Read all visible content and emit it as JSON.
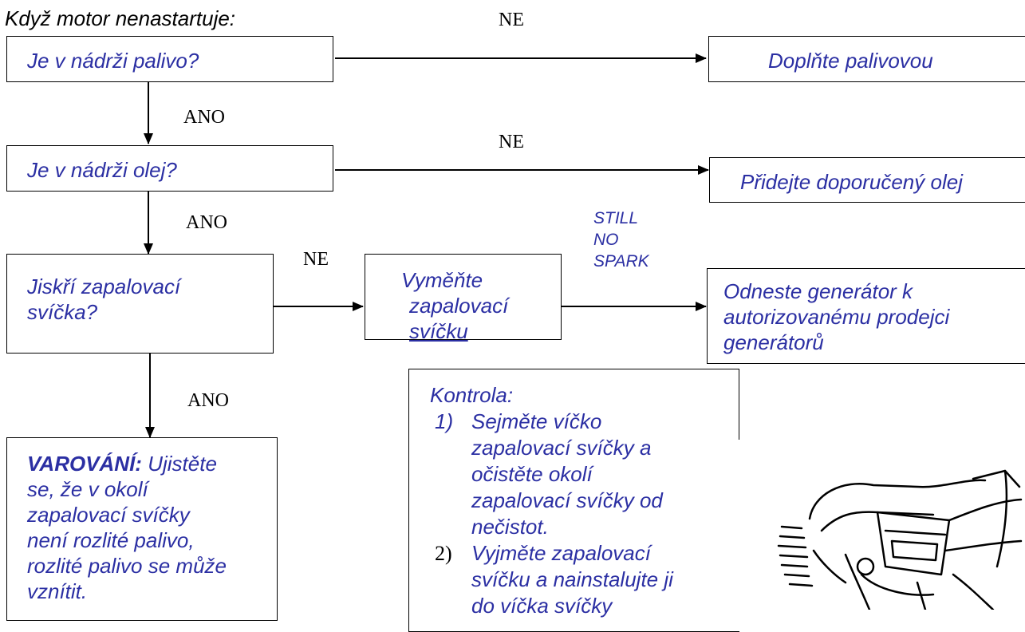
{
  "heading": "Když motor nenastartuje:",
  "labels": {
    "ne": "NE",
    "ano": "ANO",
    "still_no_spark": [
      "STILL",
      "NO",
      "SPARK"
    ]
  },
  "boxes": {
    "fuel_question": "Je v nádrži palivo?",
    "fuel_action": "Doplňte palivovou",
    "oil_question": "Je v nádrži olej?",
    "oil_action": "Přidejte doporučený olej",
    "spark_question": [
      "Jiskří zapalovací",
      "svíčka?"
    ],
    "replace_plug": [
      "Vyměňte",
      "zapalovací",
      "svíčku"
    ],
    "dealer": [
      "Odneste generátor k",
      "autorizovanému prodejci",
      "generátorů"
    ],
    "warning_title": "VAROVÁNÍ:",
    "warning_text": [
      "Ujistěte",
      "se, že v okolí",
      "zapalovací svíčky",
      "není rozlité palivo,",
      "rozlité palivo se může",
      "vznítit."
    ],
    "check_title": "Kontrola:",
    "check_items": [
      {
        "num": "1)",
        "lines": [
          "Sejměte víčko",
          "zapalovací svíčky a",
          "očistěte okolí",
          "zapalovací svíčky od",
          "nečistot."
        ]
      },
      {
        "num": "2)",
        "lines": [
          "Vyjměte zapalovací",
          "svíčku a nainstalujte ji",
          "do víčka svíčky"
        ]
      }
    ]
  },
  "colors": {
    "text_blue": "#2b2fa3",
    "line": "#000000"
  },
  "illustration": "engine-spark-plug-drawing"
}
